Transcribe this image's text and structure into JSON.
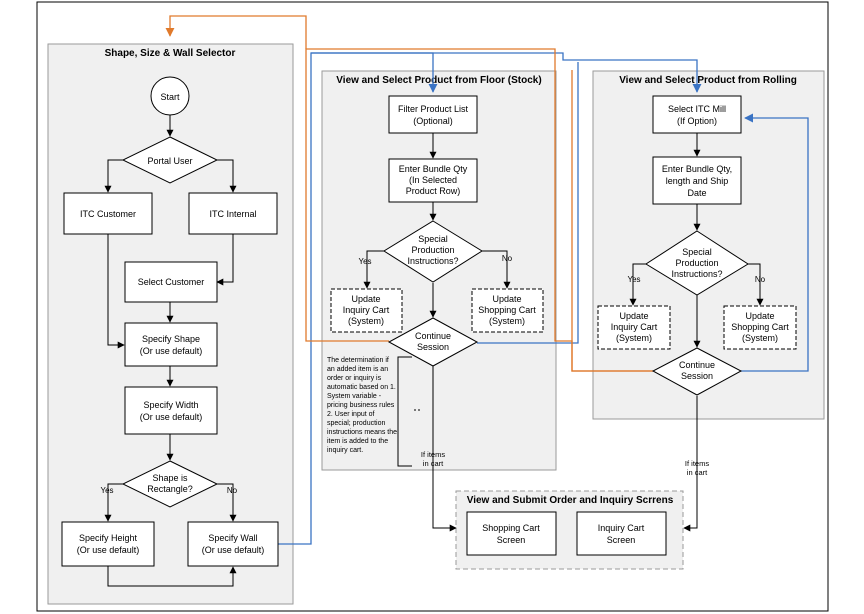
{
  "colors": {
    "lane_fill": "#f0f0f0",
    "lane_stroke": "#9a9a9a",
    "node_stroke": "#000000",
    "blue_connector": "#3a73c4",
    "orange_connector": "#e07a2c"
  },
  "lanes": {
    "selector": "Shape, Size & Wall Selector",
    "floor": "View and Select Product from Floor (Stock)",
    "rolling": "View and Select Product from Rolling",
    "submit": "View and Submit Order and Inquiry Scrrens"
  },
  "selector": {
    "start": "Start",
    "portal_user": "Portal User",
    "itc_customer": "ITC Customer",
    "itc_internal": "ITC Internal",
    "select_customer": "Select Customer",
    "specify_shape": [
      "Specify Shape",
      "(Or use default)"
    ],
    "specify_width": [
      "Specify Width",
      "(Or use default)"
    ],
    "shape_is_rectangle": [
      "Shape is",
      "Rectangle?"
    ],
    "yes": "Yes",
    "no": "No",
    "specify_height": [
      "Specify Height",
      "(Or use default)"
    ],
    "specify_wall": [
      "Specify Wall",
      "(Or use default)"
    ]
  },
  "floor": {
    "filter_list": [
      "Filter Product List",
      "(Optional)"
    ],
    "enter_qty": [
      "Enter Bundle Qty",
      "(In Selected",
      "Product Row)"
    ],
    "special": [
      "Special",
      "Production",
      "Instructions?"
    ],
    "yes": "Yes",
    "no": "No",
    "update_inquiry": [
      "Update",
      "Inquiry Cart",
      "(System)"
    ],
    "update_shopping": [
      "Update",
      "Shopping Cart",
      "(System)"
    ],
    "continue": [
      "Continue",
      "Session"
    ],
    "note": [
      "The determination if",
      "an added item is an",
      "order or inquiry is",
      "automatic based on 1.",
      "System variable -",
      "pricing business rules",
      "2. User input of",
      "special; production",
      "instructions means the",
      "item is added to the",
      "inquiry cart."
    ],
    "if_items": [
      "If items",
      "in cart"
    ]
  },
  "rolling": {
    "select_mill": [
      "Select ITC Mill",
      "(If Option)"
    ],
    "enter_qty": [
      "Enter Bundle Qty,",
      "length and Ship",
      "Date"
    ],
    "special": [
      "Special",
      "Production",
      "Instructions?"
    ],
    "yes": "Yes",
    "no": "No",
    "update_inquiry": [
      "Update",
      "Inquiry Cart",
      "(System)"
    ],
    "update_shopping": [
      "Update",
      "Shopping Cart",
      "(System)"
    ],
    "continue": [
      "Continue",
      "Session"
    ],
    "if_items": [
      "If items",
      "in cart"
    ]
  },
  "submit": {
    "shopping_cart": [
      "Shopping Cart",
      "Screen"
    ],
    "inquiry_cart": [
      "Inquiry Cart",
      "Screen"
    ]
  }
}
